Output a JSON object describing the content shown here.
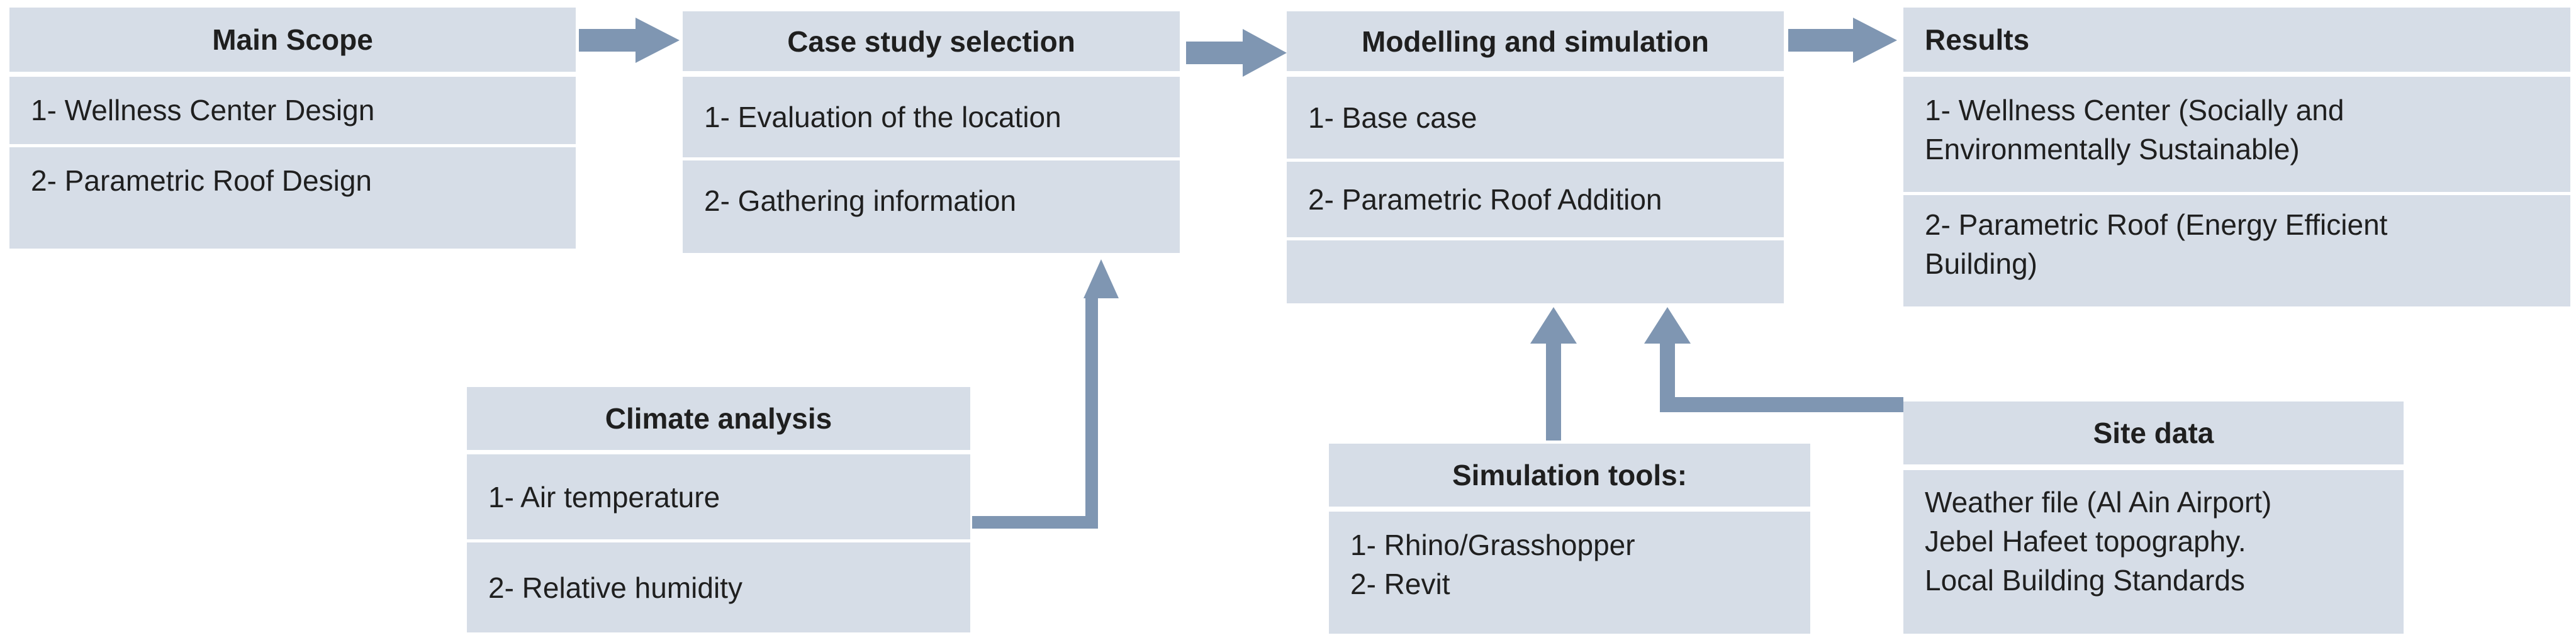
{
  "main_scope": {
    "title": "Main Scope",
    "items": [
      "1- Wellness Center Design",
      "2- Parametric Roof Design"
    ]
  },
  "case_study": {
    "title": "Case study selection",
    "items": [
      "1- Evaluation of the location",
      "2- Gathering information"
    ]
  },
  "modelling": {
    "title": "Modelling and simulation",
    "items": [
      "1- Base case",
      "2- Parametric Roof Addition"
    ]
  },
  "results": {
    "title": "Results",
    "items": [
      [
        "1- Wellness Center (Socially and",
        "Environmentally Sustainable)"
      ],
      [
        "2- Parametric Roof (Energy Efficient",
        "Building)"
      ]
    ]
  },
  "climate": {
    "title": "Climate analysis",
    "items": [
      "1- Air temperature",
      "2- Relative humidity"
    ]
  },
  "sim_tools": {
    "title": "Simulation tools:",
    "items": [
      "1- Rhino/Grasshopper",
      "2- Revit"
    ]
  },
  "site_data": {
    "title": "Site data",
    "items": [
      "Weather file (Al Ain Airport)",
      "Jebel Hafeet topography.",
      "Local Building Standards"
    ]
  },
  "colors": {
    "box_fill": "#d6dde7",
    "arrow": "#7f96b2",
    "text": "#1f1f1f"
  }
}
